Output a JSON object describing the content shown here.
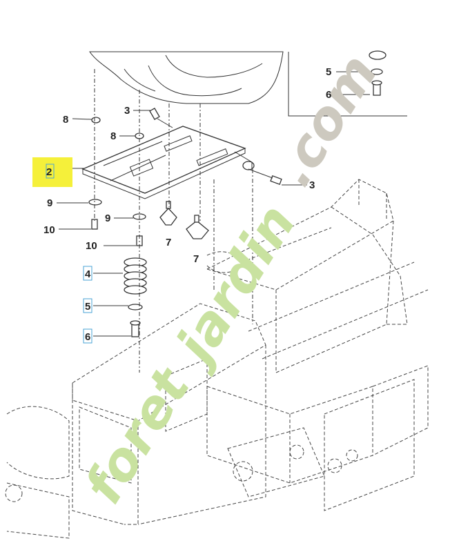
{
  "callouts": {
    "c8a": "8",
    "c3a": "3",
    "c8b": "8",
    "c2": "2",
    "c3b": "3",
    "c9a": "9",
    "c9b": "9",
    "c10a": "10",
    "c10b": "10",
    "c7a": "7",
    "c7b": "7",
    "c4": "4",
    "c5": "5",
    "c6": "6",
    "c5top": "5",
    "c6top": "6"
  },
  "watermark": {
    "part1": "foret",
    "part2": "jardin",
    "part3": ".com"
  },
  "colors": {
    "highlight": "#f5f03a",
    "box_outline": "#4aa3d6",
    "wm_green": "#c9e2a0",
    "wm_orange": "#f4c48a",
    "wm_gray": "#cdc9bf"
  }
}
